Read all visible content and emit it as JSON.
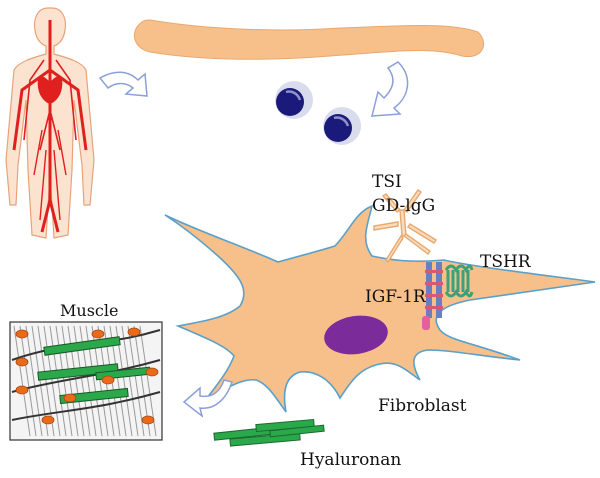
{
  "labels": {
    "tsi": "TSI",
    "gd_igg": "GD-lgG",
    "tshr": "TSHR",
    "igf1r": "IGF-1R",
    "muscle": "Muscle",
    "fibroblast": "Fibroblast",
    "hyaluronan": "Hyaluronan"
  },
  "colors": {
    "cell_fill": "#f7c08a",
    "cell_stroke": "#5aa0c8",
    "vessel_red": "#e0201f",
    "lymphocyte": "#1a1a7a",
    "nucleus": "#7b2c9a",
    "muscle_fiber": "#2aa84a",
    "muscle_nuclei": "#e86a1a",
    "tshr_receptor": "#3aa27a",
    "igf1r_receptor": "#6a7fc0",
    "arrow": "#8aa0d8"
  },
  "icons": [
    "human-circulation-icon",
    "t-cell-icon",
    "lymphocyte-icon",
    "antibody-icon",
    "receptor-icon",
    "curved-arrow-icon"
  ]
}
